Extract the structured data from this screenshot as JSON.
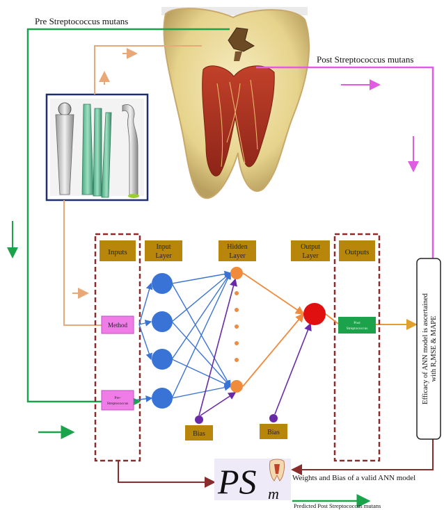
{
  "labels": {
    "pre_strep": "Pre Streptococcus mutans",
    "post_strep": "Post Streptococcus mutans",
    "weights_bias": "Weights and Bias of a valid ANN model",
    "predicted": "Predicted Post Streptococcus mutans"
  },
  "network": {
    "inputs_header": "Inputs",
    "input_layer_line1": "Input",
    "input_layer_line2": "Layer",
    "hidden_layer_line1": "Hidden",
    "hidden_layer_line2": "Layer",
    "output_layer_line1": "Output",
    "output_layer_line2": "Layer",
    "outputs_header": "Outputs",
    "method_input": "Method",
    "pre_input_line1": "Pre-",
    "pre_input_line2": "Streptococcus",
    "output_box_line1": "Post",
    "output_box_line2": "Streptococcus",
    "bias_label": "Bias"
  },
  "efficacy": {
    "line1": "Efficacy of ANN model is ascertained",
    "line2": "with R,MSE & MAPE"
  },
  "logo": {
    "text": "PS",
    "subscript": "m"
  },
  "colors": {
    "green_arrow": "#1aa34a",
    "magenta_arrow": "#e05ce0",
    "peach_arrow": "#e9a878",
    "dark_red": "#8b2c2c",
    "header_box": "#b8860b",
    "input_node": "#3a73d6",
    "hidden_node": "#f08a3c",
    "output_node": "#e01010",
    "bias_node": "#6a2aa8",
    "method_box": "#f07ce8",
    "output_box": "#1ca24a"
  }
}
